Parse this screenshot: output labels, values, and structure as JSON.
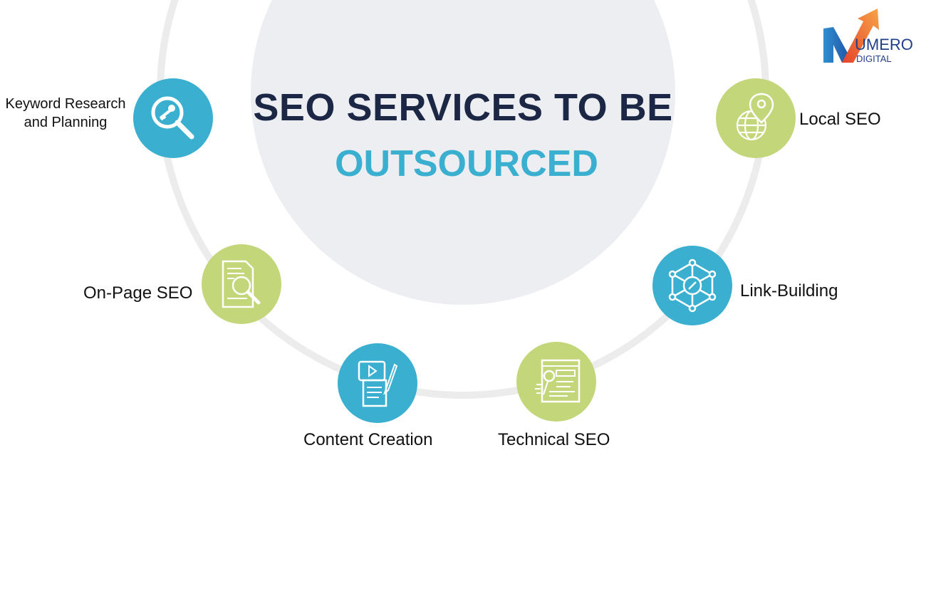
{
  "title": {
    "line1": "SEO SERVICES TO BE",
    "line2": "OUTSOURCED"
  },
  "logo": {
    "brand": "UMERO",
    "sub": "DIGITAL"
  },
  "services": [
    {
      "label_line1": "Keyword Research",
      "label_line2": "and Planning",
      "icon": "key-search-icon",
      "color": "#3aafcf"
    },
    {
      "label": "On-Page SEO",
      "icon": "document-search-icon",
      "color": "#c3d67a"
    },
    {
      "label": "Content Creation",
      "icon": "video-content-icon",
      "color": "#3aafcf"
    },
    {
      "label": "Technical SEO",
      "icon": "browser-code-icon",
      "color": "#c3d67a"
    },
    {
      "label": "Link-Building",
      "icon": "link-network-icon",
      "color": "#3aafcf"
    },
    {
      "label": "Local SEO",
      "icon": "globe-pin-icon",
      "color": "#c3d67a"
    }
  ]
}
